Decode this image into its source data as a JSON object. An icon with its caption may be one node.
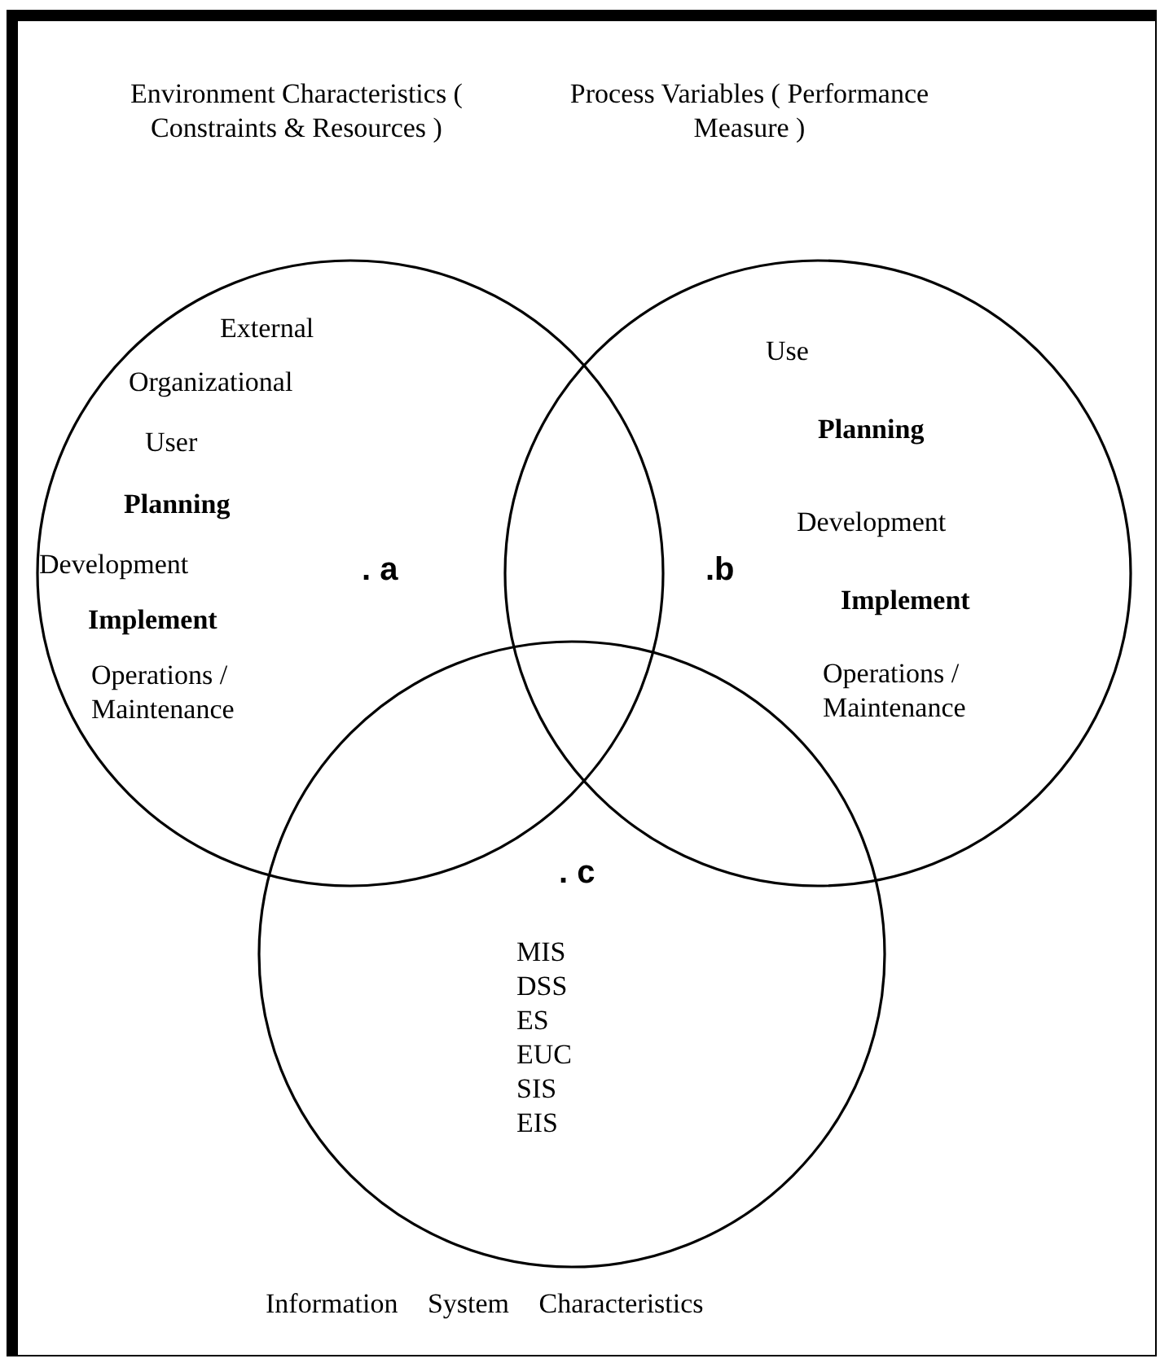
{
  "diagram": {
    "nodes": [
      {
        "text": [
          "Environment Characteristics ( Constraints & Resources )",
          ". a",
          "External",
          "Organizational",
          "User",
          "Planning",
          "Development",
          "Implement",
          "Operations / Maintenance"
        ]
      },
      {
        "text": [
          "Process Variables ( Performance Measure )",
          ".b",
          "Use",
          "Planning",
          "Development",
          "Implement",
          "Operations / Maintenance"
        ]
      },
      {
        "text": [
          "Information System Characteristics",
          ". c",
          "MIS",
          "DSS",
          "ES",
          "EUC",
          "SIS",
          "EIS"
        ]
      }
    ],
    "edges": []
  }
}
